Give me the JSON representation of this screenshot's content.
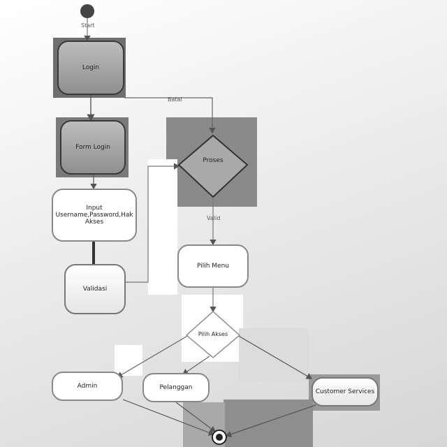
{
  "diagram": {
    "start_label": "Start",
    "nodes": {
      "login": "Login",
      "form_login": "Form Login",
      "input": "Input Username,Password,Hak Akses",
      "validasi": "Validasi",
      "proses": "Proses",
      "pilih_menu": "Pilih Menu",
      "pilih_akses": "Pilih Akses",
      "admin": "Admin",
      "pelanggan": "Pelanggan",
      "customer_services": "Customer Services"
    },
    "edge_labels": {
      "login_to_proses": "Batal",
      "proses_to_menu": "Valid"
    }
  }
}
